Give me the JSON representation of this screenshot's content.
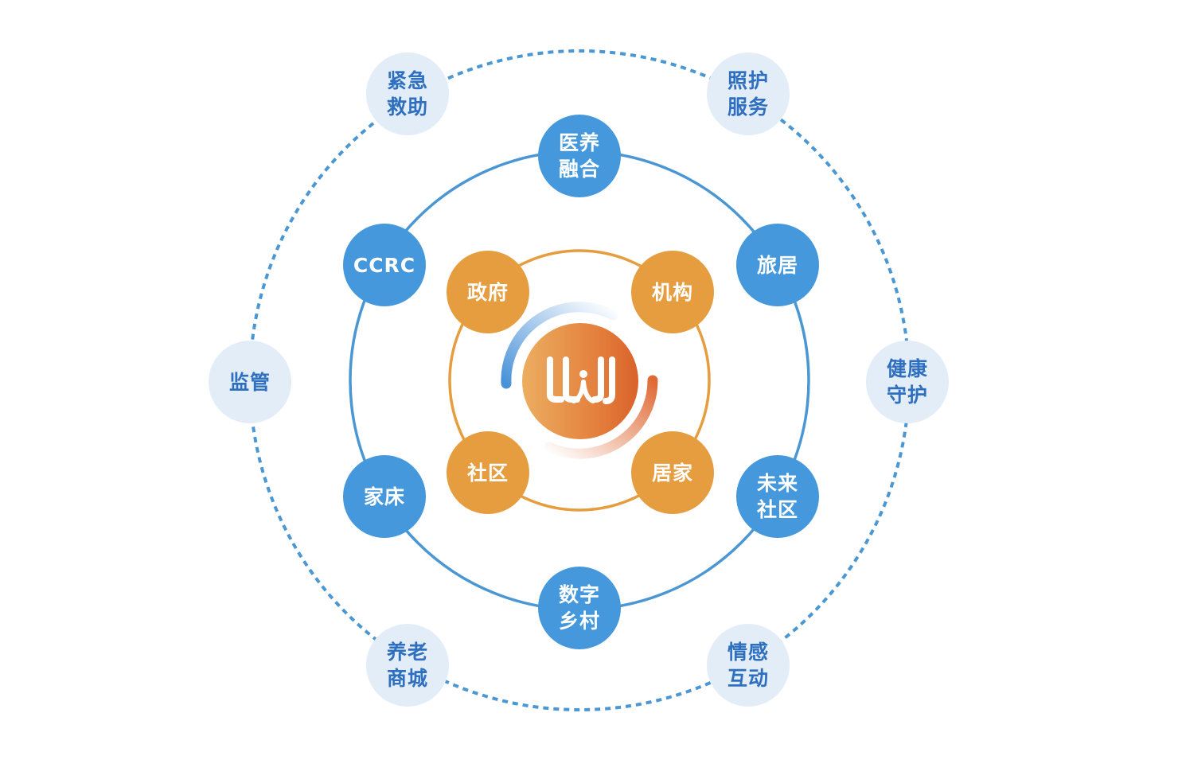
{
  "center_logo": "logo-icon",
  "colors": {
    "outer_ring": "#4a97d4",
    "outer_node_bg": "#e2edf8",
    "outer_node_text": "#2f6fbf",
    "middle_ring": "#4a97d4",
    "middle_node_bg": "#4598dc",
    "inner_ring": "#e59d3f",
    "inner_node_bg": "#e59d3f",
    "hub_start": "#ecae60",
    "hub_end": "#d9622b"
  },
  "outer_nodes": [
    {
      "label": "紧急\n救助"
    },
    {
      "label": "照护\n服务"
    },
    {
      "label": "健康\n守护"
    },
    {
      "label": "情感\n互动"
    },
    {
      "label": "养老\n商城"
    },
    {
      "label": "监管"
    }
  ],
  "middle_nodes": [
    {
      "label": "医养\n融合"
    },
    {
      "label": "旅居"
    },
    {
      "label": "未来\n社区"
    },
    {
      "label": "数字\n乡村"
    },
    {
      "label": "家床"
    },
    {
      "label": "CCRC"
    }
  ],
  "inner_nodes": [
    {
      "label": "政府"
    },
    {
      "label": "机构"
    },
    {
      "label": "居家"
    },
    {
      "label": "社区"
    }
  ]
}
